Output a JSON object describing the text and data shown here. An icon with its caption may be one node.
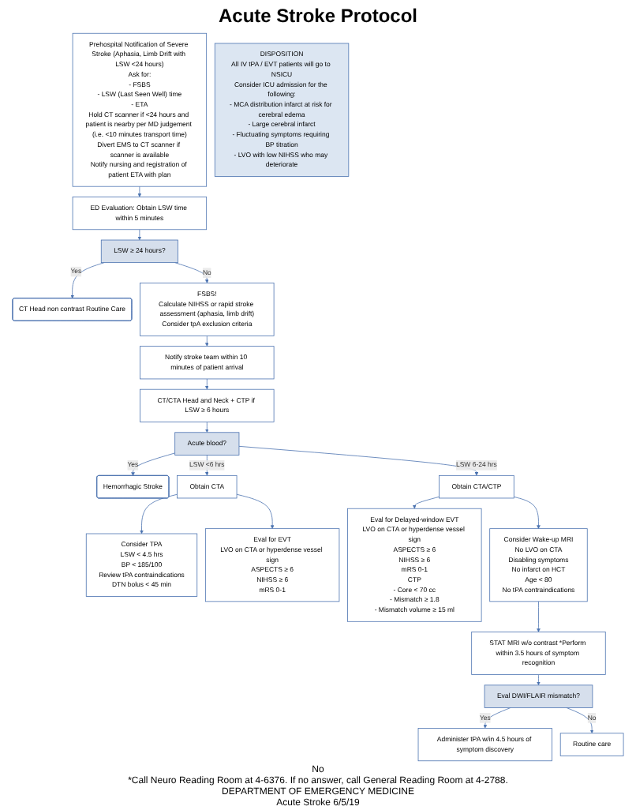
{
  "diagram": {
    "title": "Acute Stroke Protocol",
    "nodes": [
      {
        "text": [
          "Prehospital Notification of Severe Stroke (Aphasia, Limb Drift with LSW <24 hours)",
          "Ask for:",
          "- FSBS",
          "- LSW (Last Seen Well) time",
          "- ETA",
          "Hold CT scanner if <24 hours and patient is nearby per MD judgement (i.e. <10 minutes transport time)",
          "Divert EMS to CT scanner if scanner is available",
          "Notify nursing and registration of patient ETA with plan"
        ]
      },
      {
        "text": [
          "ED Evaluation: Obtain LSW time within 5 minutes"
        ]
      },
      {
        "text": [
          "LSW ≥ 24 hours?"
        ]
      },
      {
        "text": [
          "CT Head non contrast Routine Care"
        ]
      },
      {
        "text": [
          "FSBS!",
          "Calculate NIHSS or rapid stroke assessment (aphasia, limb drift)",
          "Consider tpA exclusion criteria"
        ]
      },
      {
        "text": [
          "Notify stroke team within 10 minutes of patient arrival"
        ]
      },
      {
        "text": [
          "CT/CTA Head and Neck + CTP if LSW ≥ 6 hours"
        ]
      },
      {
        "text": [
          "Acute blood?"
        ]
      },
      {
        "text": [
          "Hemorrhagic Stroke"
        ]
      },
      {
        "text": [
          "Obtain CTA"
        ]
      },
      {
        "text": [
          "Obtain CTA/CTP"
        ]
      },
      {
        "text": [
          "Consider TPA",
          "LSW < 4.5 hrs",
          "BP < 185/100",
          "Review tPA contraindications",
          "DTN bolus < 45 min"
        ]
      },
      {
        "text": [
          "Eval for EVT",
          "LVO on CTA or hyperdense vessel sign",
          "ASPECTS ≥ 6",
          "NIHSS ≥ 6",
          "mRS 0-1"
        ]
      },
      {
        "text": [
          "Eval for Delayed-window EVT",
          "LVO on CTA or hyperdense vessel sign",
          "ASPECTS ≥ 6",
          "NIHSS ≥ 6",
          "mRS 0-1",
          "CTP",
          "- Core < 70 cc",
          "- Mismatch ≥ 1.8",
          "- Mismatch volume ≥ 15 ml"
        ]
      },
      {
        "text": [
          "Consider Wake-up MRI",
          "No LVO on CTA",
          "Disabling symptoms",
          "No infarct on HCT",
          "Age < 80",
          "No tPA contraindications"
        ]
      },
      {
        "text": [
          "STAT MRI w/o contrast *Perform within 3.5 hours of symptom recognition"
        ]
      },
      {
        "text": [
          "Eval DWI/FLAIR mismatch?"
        ]
      },
      {
        "text": [
          "Administer tPA w/in 4.5 hours of symptom discovery"
        ]
      },
      {
        "text": [
          "Routine care"
        ]
      },
      {
        "text": [
          "DISPOSITION",
          "All IV tPA / EVT patients will go to NSICU",
          "Consider ICU admission for the following:",
          "- MCA distribution infarct at risk for cerebral edema",
          "- Large cerebral infarct",
          "- Fluctuating symptoms requiring BP titration",
          "- LVO with low NIHSS who may deteriorate"
        ]
      }
    ],
    "edges": [
      {
        "from": 0,
        "to": 1,
        "arrow": "to"
      },
      {
        "from": 1,
        "to": 2,
        "arrow": "to"
      },
      {
        "from": 2,
        "to": 3,
        "arrow": "to",
        "label": "Yes"
      },
      {
        "from": 2,
        "to": 4,
        "arrow": "to",
        "label": "No"
      },
      {
        "from": 4,
        "to": 5,
        "arrow": "to"
      },
      {
        "from": 5,
        "to": 6,
        "arrow": "to"
      },
      {
        "from": 6,
        "to": 7,
        "arrow": "to"
      },
      {
        "from": 7,
        "to": 8,
        "arrow": "to",
        "label": "Yes"
      },
      {
        "from": 7,
        "to": 9,
        "arrow": "to",
        "label": "LSW <6 hrs"
      },
      {
        "from": 7,
        "to": 10,
        "arrow": "to",
        "label": "LSW 6-24 hrs"
      },
      {
        "from": 9,
        "to": 11,
        "arrow": "to"
      },
      {
        "from": 9,
        "to": 12,
        "arrow": "to"
      },
      {
        "from": 10,
        "to": 13,
        "arrow": "to"
      },
      {
        "from": 10,
        "to": 14,
        "arrow": "to"
      },
      {
        "from": 14,
        "to": 15,
        "arrow": "to"
      },
      {
        "from": 15,
        "to": 16,
        "arrow": "to"
      },
      {
        "from": 16,
        "to": 17,
        "arrow": "to",
        "label": "Yes"
      },
      {
        "from": 16,
        "to": 18,
        "arrow": "to",
        "label": "No"
      }
    ],
    "labels": [
      "No",
      "*Call Neuro Reading Room at 4-6376. If no answer, call General Reading Room at 4-2788.",
      "DEPARTMENT OF EMERGENCY MEDICINE",
      "Acute Stroke 6/5/19"
    ]
  }
}
